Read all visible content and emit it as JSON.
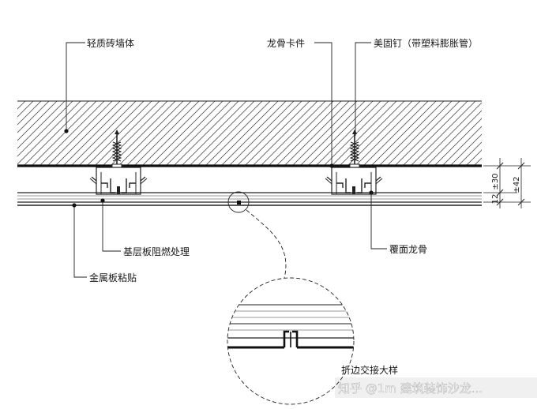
{
  "labels": {
    "wall": "轻质砖墙体",
    "keel_clip": "龙骨卡件",
    "anchor": "美固钉（带塑料膨胀管）",
    "base_board": "基层板阻燃处理",
    "metal_panel": "金属板粘贴",
    "cover_keel": "覆面龙骨",
    "detail": "折边交接大样"
  },
  "dimensions": {
    "d30": "±30",
    "d12": "12",
    "d42": "±42"
  },
  "watermark": "知乎 @1m 建筑装饰沙龙...",
  "colors": {
    "ink": "#1a1a1a",
    "background": "#ffffff"
  }
}
